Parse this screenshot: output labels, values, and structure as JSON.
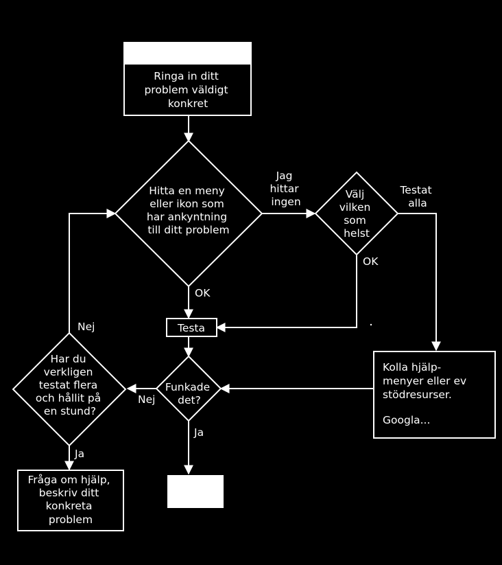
{
  "nodes": {
    "start": {
      "lines": [
        "Ringa in ditt",
        "problem väldigt",
        "konkret"
      ]
    },
    "find_menu": {
      "lines": [
        "Hitta en meny",
        "eller ikon som",
        "har ankyntning",
        "till ditt problem"
      ]
    },
    "pick_any": {
      "lines": [
        "Välj",
        "vilken",
        "som",
        "helst"
      ]
    },
    "test": {
      "lines": [
        "Testa"
      ]
    },
    "worked": {
      "lines": [
        "Funkade",
        "det?"
      ]
    },
    "really_tried": {
      "lines": [
        "Har du",
        "verkligen",
        "testat flera",
        "och hållit på",
        "en stund?"
      ]
    },
    "help_menus": {
      "lines": [
        "Kolla hjälp-",
        "menyer eller ev",
        "stödresurser.",
        "",
        "Googla..."
      ]
    },
    "ask_help": {
      "lines": [
        "Fråga om hjälp,",
        "beskriv ditt",
        "konkreta",
        "problem"
      ]
    }
  },
  "edge_labels": {
    "cant_find": [
      "Jag",
      "hittar",
      "ingen"
    ],
    "tested_all": [
      "Testat",
      "alla"
    ],
    "ok_find": "OK",
    "ok_pick": "OK",
    "no_worked": "Nej",
    "yes_worked": "Ja",
    "no_tried": "Nej",
    "yes_tried": "Ja"
  },
  "colors": {
    "background": "#000000",
    "foreground": "#ffffff"
  }
}
